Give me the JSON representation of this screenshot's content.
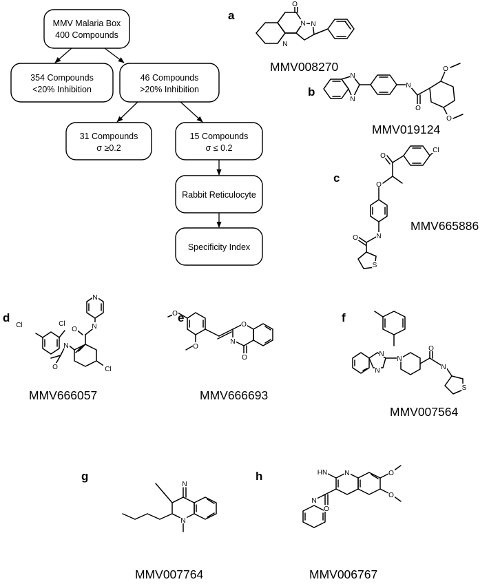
{
  "flowchart": {
    "root": [
      "MMV Malaria Box",
      "400 Compounds"
    ],
    "low": [
      "354 Compounds",
      "<20% Inhibition"
    ],
    "high": [
      "46 Compounds",
      ">20% Inhibition"
    ],
    "sigma_high": [
      "31 Compounds",
      "σ ≥0.2"
    ],
    "sigma_low": [
      "15 Compounds",
      "σ ≤ 0.2"
    ],
    "reticulocyte": "Rabbit Reticulocyte",
    "specificity": "Specificity Index"
  },
  "panels": {
    "a": {
      "letter": "a",
      "compound": "MMV008270"
    },
    "b": {
      "letter": "b",
      "compound": "MMV019124"
    },
    "c": {
      "letter": "c",
      "compound": "MMV665886"
    },
    "d": {
      "letter": "d",
      "compound": "MMV666057"
    },
    "e": {
      "letter": "e",
      "compound": "MMV666693"
    },
    "f": {
      "letter": "f",
      "compound": "MMV007564"
    },
    "g": {
      "letter": "g",
      "compound": "MMV007764"
    },
    "h": {
      "letter": "h",
      "compound": "MMV006767"
    }
  },
  "atoms": {
    "a": [
      "O",
      "N",
      "N",
      "N"
    ],
    "b": [
      "N",
      "N",
      "N",
      "O",
      "O",
      "O"
    ],
    "c": [
      "O",
      "Cl",
      "O",
      "N",
      "O",
      "S"
    ],
    "d": [
      "Cl",
      "Cl",
      "N",
      "N",
      "O",
      "O",
      "N",
      "Cl"
    ],
    "e": [
      "O",
      "O",
      "O",
      "N",
      "O"
    ],
    "f": [
      "N",
      "N",
      "N",
      "O",
      "N",
      "S"
    ],
    "g": [
      "N",
      "N"
    ],
    "h": [
      "HN",
      "N",
      "O",
      "N",
      "O",
      "O"
    ]
  }
}
